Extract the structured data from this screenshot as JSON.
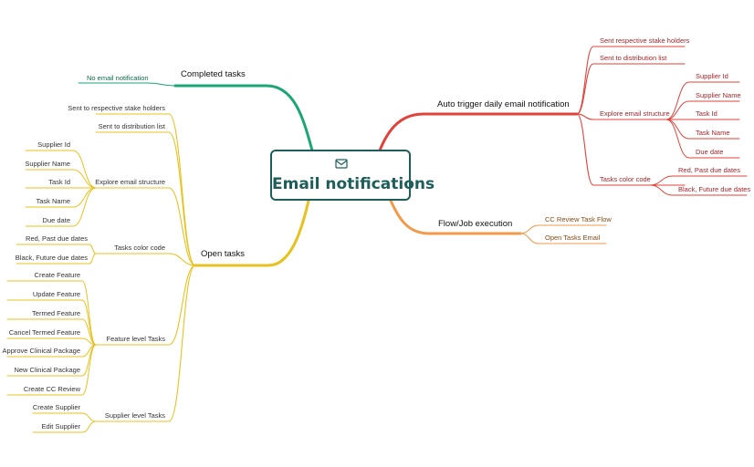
{
  "root": {
    "title": "Email notifications",
    "icon": "envelope-icon"
  },
  "colors": {
    "green": "#1aa774",
    "yellow": "#e8c11e",
    "red": "#e0433a",
    "orange": "#f29a4a",
    "root_border": "#1d5e5a"
  },
  "completed": {
    "title": "Completed tasks",
    "items": [
      "No email notification"
    ]
  },
  "open": {
    "title": "Open tasks",
    "stake_holders": "Sent to respective stake holders",
    "distribution": "Sent to distribution list",
    "explore": {
      "title": "Explore email structure",
      "items": [
        "Supplier Id",
        "Supplier Name",
        "Task Id",
        "Task Name",
        "Due date"
      ]
    },
    "color_code": {
      "title": "Tasks color code",
      "items": [
        "Red, Past due dates",
        "Black, Future due dates"
      ]
    },
    "feature": {
      "title": "Feature level Tasks",
      "items": [
        "Create Feature",
        "Update Feature",
        "Termed Feature",
        "Cancel Termed Feature",
        "Approve Clinical Package",
        "New Clinical Package",
        "Create CC Review"
      ]
    },
    "supplier": {
      "title": "Supplier level Tasks",
      "items": [
        "Create Supplier",
        "Edit Supplier"
      ]
    }
  },
  "auto": {
    "title": "Auto trigger daily email notification",
    "stake_holders": "Sent respective stake holders",
    "distribution": "Sent to distribution list",
    "explore": {
      "title": "Explore email structure",
      "items": [
        "Supplier Id",
        "Supplier Name",
        "Task Id",
        "Task Name",
        "Due date"
      ]
    },
    "color_code": {
      "title": "Tasks color code",
      "items": [
        "Red, Past due dates",
        "Black, Future due dates"
      ]
    }
  },
  "flow": {
    "title": "Flow/Job execution",
    "items": [
      "CC Review Task Flow",
      "Open Tasks Email"
    ]
  }
}
